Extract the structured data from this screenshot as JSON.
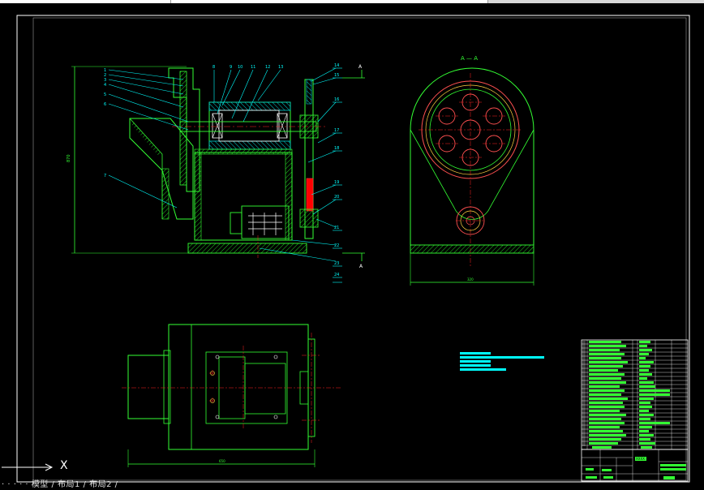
{
  "drawing": {
    "section_label": "A — A",
    "section_marks": [
      "A",
      "A"
    ],
    "ucs_axis": "X",
    "status_text": "· · · · · 模型 / 布局1 / 布局2 /",
    "title_block_name": "XXXX",
    "balloons": [
      "1",
      "2",
      "3",
      "4",
      "5",
      "6",
      "7",
      "8",
      "9",
      "10",
      "11",
      "12",
      "13",
      "14",
      "15",
      "16",
      "17",
      "18",
      "19",
      "20",
      "21",
      "22",
      "23",
      "24"
    ]
  },
  "colors": {
    "background": "#000000",
    "border": "#ffffff",
    "outline": "#33ff33",
    "leader": "#00ffff",
    "centerline": "#ff2020",
    "hatch": "#22cc22",
    "circles": "#ff5050",
    "dimension": "#33ff33",
    "highlight": "#ff0000"
  },
  "icons": {
    "ucs": "ucs-axis-icon"
  }
}
